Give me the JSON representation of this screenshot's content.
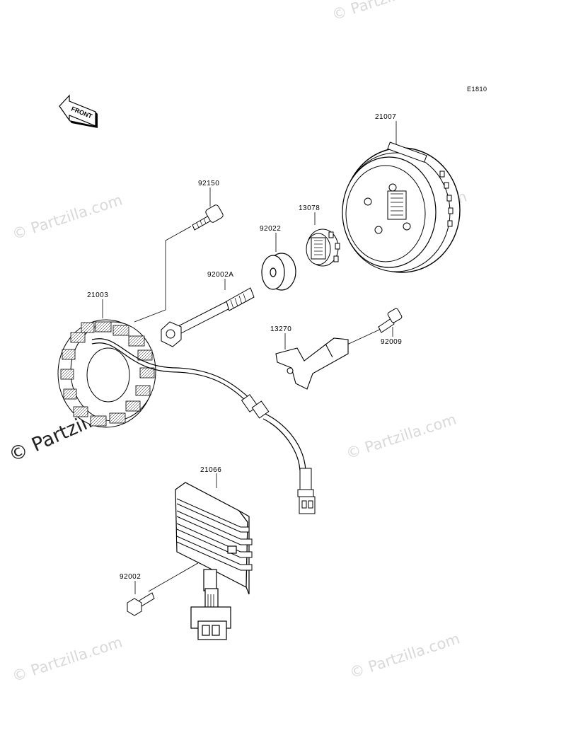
{
  "diagram_code": "E1810",
  "front_arrow_label": "FRONT",
  "watermark_text": "© Partzilla.com",
  "watermark_big_text": "© Partzilla.com",
  "parts": {
    "p21007": "21007",
    "p92150": "92150",
    "p13078": "13078",
    "p92022": "92022",
    "p92002A": "92002A",
    "p21003": "21003",
    "p13270": "13270",
    "p92009": "92009",
    "p21066": "21066",
    "p92002": "92002"
  }
}
